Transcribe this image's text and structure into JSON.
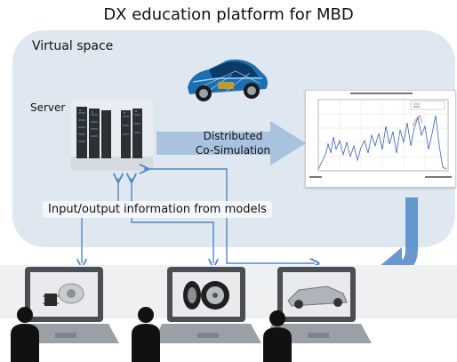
{
  "title": "DX education platform for MBD",
  "virtual_space_label": "Virtual space",
  "server_label": "Server",
  "distributed_label_line1": "Distributed",
  "distributed_label_line2": "Co-Simulation",
  "io_label": "Input/output information from models",
  "laptops": [
    {
      "content": "electronic-unit-and-motor"
    },
    {
      "content": "tires"
    },
    {
      "content": "vehicle-chassis"
    }
  ],
  "colors": {
    "virtual_space_bg": "#dfe8f1",
    "flow_arrow": "#a9c2dd",
    "connector_arrow": "#4f86c6",
    "laptop_body": "#9aa0a6",
    "user_silhouette": "#111111"
  }
}
